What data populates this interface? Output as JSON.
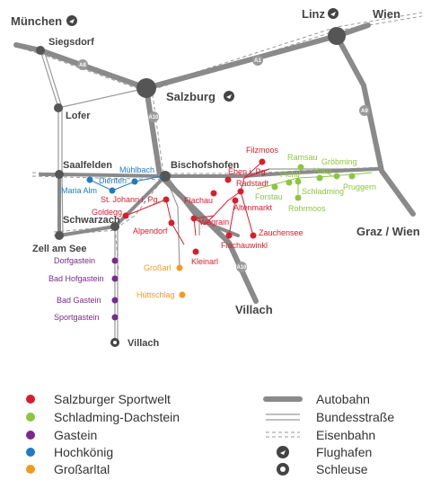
{
  "colors": {
    "salzburger": "#d81e2c",
    "schladming": "#8cc63f",
    "gastein": "#7a2a8c",
    "hochkoenig": "#1f7bc1",
    "grossarl": "#f29a1f",
    "road": "#8a8a8a",
    "text": "#444444"
  },
  "places": {
    "muenchen": "München",
    "linz": "Linz",
    "wien": "Wien",
    "siegsdorf": "Siegsdorf",
    "salzburg": "Salzburg",
    "lofer": "Lofer",
    "saalfelden": "Saalfelden",
    "bischofshofen": "Bischofshofen",
    "schwarzach": "Schwarzach",
    "zell": "Zell am See",
    "villach_main": "Villach",
    "villach_tunnel": "Villach",
    "graz": "Graz / Wien"
  },
  "highways": {
    "a8": "A8",
    "a1": "A1",
    "a10a": "A10",
    "a10b": "A10",
    "a9": "A9"
  },
  "towns": {
    "filzmoos": "Filzmoos",
    "eben": "Eben i. Pg.",
    "radstadt": "Radstadt",
    "flachau": "Flachau",
    "altenmarkt": "Altenmarkt",
    "wagrain": "Wagrain",
    "zauchensee": "Zauchensee",
    "flachauwinkl": "Flachauwinkl",
    "kleinarl": "Kleinarl",
    "alpendorf": "Alpendorf",
    "stjohann": "St. Johann i. Pg.",
    "goldegg": "Goldegg",
    "ramsau": "Ramsau",
    "groebming": "Gröbming",
    "pichl": "Pichl",
    "haus": "Haus",
    "forstau": "Forstau",
    "schladming": "Schladming",
    "pruggern": "Pruggern",
    "rohrmoos": "Rohrmoos",
    "dorfgastein": "Dorfgastein",
    "badhofgastein": "Bad Hofgastein",
    "badgastein": "Bad Gastein",
    "sportgastein": "Sportgastein",
    "muehlbach": "Mühlbach",
    "dienten": "Dienten",
    "mariaalm": "Maria Alm",
    "grossarl": "Großarl",
    "huettschlag": "Hüttschlag"
  },
  "legend": {
    "regions": [
      "Salzburger Sportwelt",
      "Schladming-Dachstein",
      "Gastein",
      "Hochkönig",
      "Großarltal"
    ],
    "symbols": [
      "Autobahn",
      "Bundesstraße",
      "Eisenbahn",
      "Flughafen",
      "Schleuse"
    ]
  }
}
